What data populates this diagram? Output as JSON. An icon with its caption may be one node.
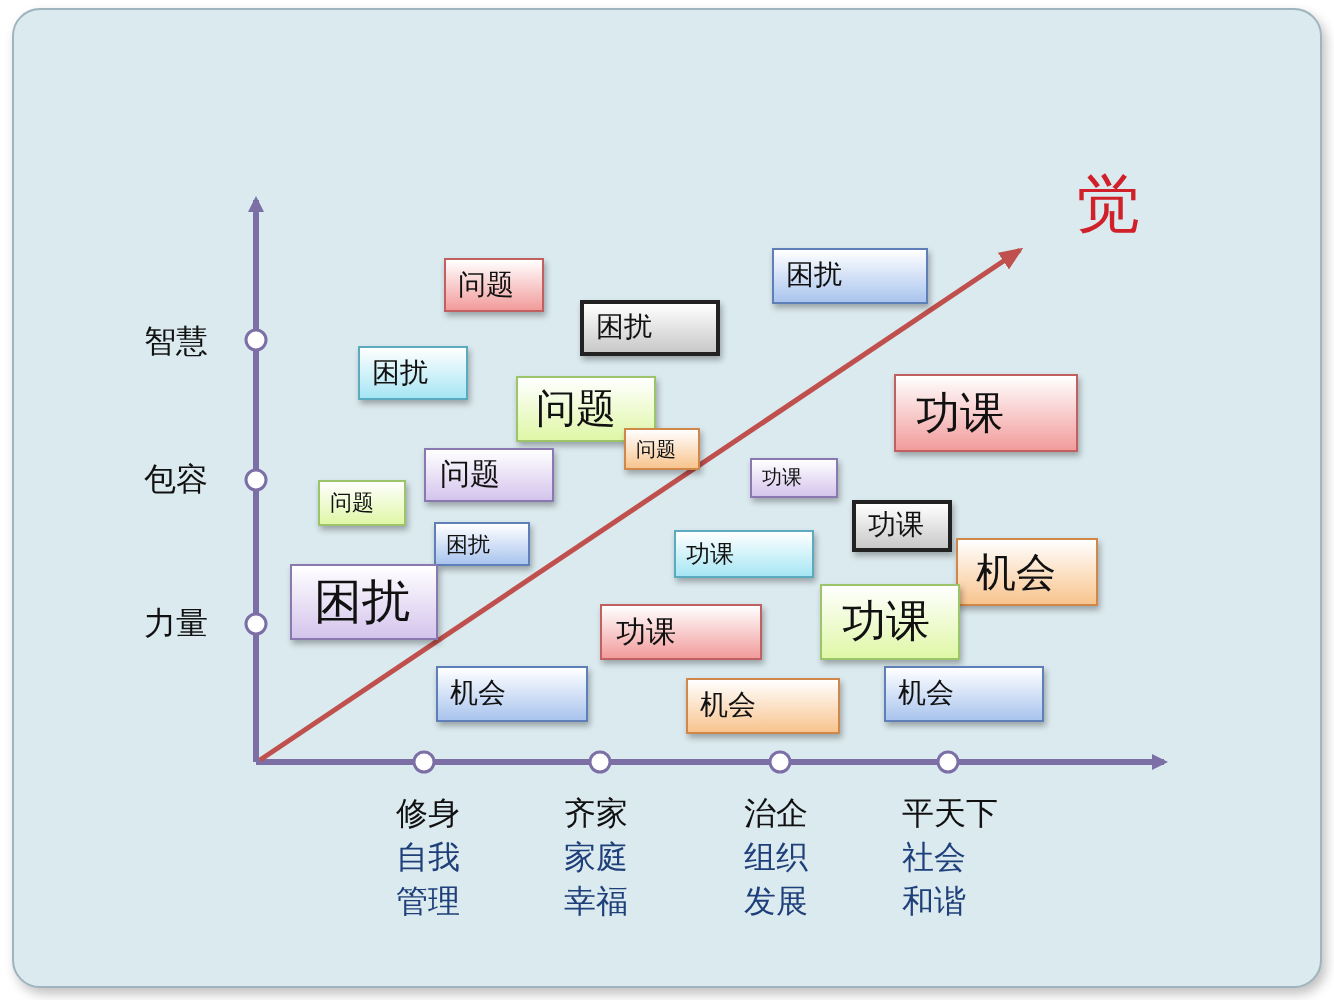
{
  "diagram": {
    "nodes": [
      {
        "text": [
          "困扰"
        ]
      },
      {
        "text": [
          "问题"
        ]
      },
      {
        "text": [
          "困扰"
        ]
      },
      {
        "text": [
          "困扰"
        ]
      },
      {
        "text": [
          "问题"
        ]
      },
      {
        "text": [
          "功课"
        ]
      },
      {
        "text": [
          "问题"
        ]
      },
      {
        "text": [
          "问题"
        ]
      },
      {
        "text": [
          "功课"
        ]
      },
      {
        "text": [
          "问题"
        ]
      },
      {
        "text": [
          "功课"
        ]
      },
      {
        "text": [
          "困扰"
        ]
      },
      {
        "text": [
          "功课"
        ]
      },
      {
        "text": [
          "机会"
        ]
      },
      {
        "text": [
          "困扰"
        ]
      },
      {
        "text": [
          "功课"
        ]
      },
      {
        "text": [
          "功课"
        ]
      },
      {
        "text": [
          "机会"
        ]
      },
      {
        "text": [
          "机会"
        ]
      },
      {
        "text": [
          "机会"
        ]
      }
    ],
    "edges": [],
    "labels": [
      "觉",
      "智慧",
      "包容",
      "力量",
      "修身",
      "自我",
      "管理",
      "齐家",
      "家庭",
      "幸福",
      "治企",
      "组织",
      "发展",
      "平天下",
      "社会",
      "和谐"
    ]
  }
}
